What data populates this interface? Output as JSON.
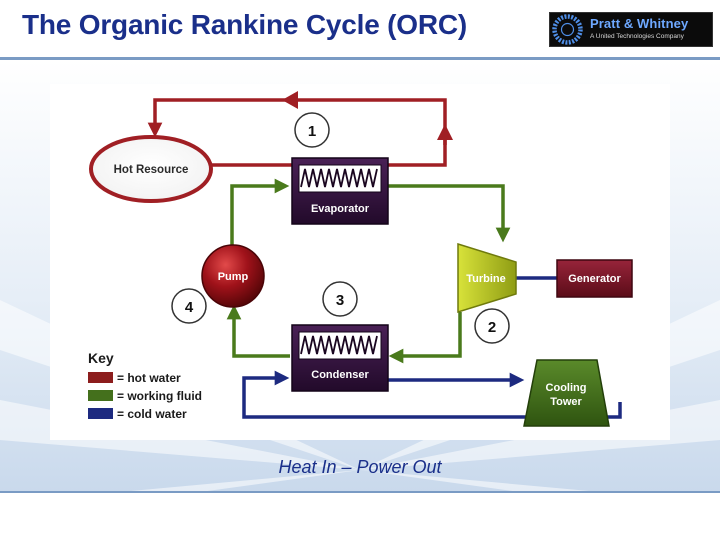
{
  "slide": {
    "title": "The Organic Rankine Cycle (ORC)",
    "caption": "Heat In – Power Out"
  },
  "logo": {
    "name": "Pratt & Whitney",
    "tagline": "A United Technologies Company",
    "icon": "turbine-ring-icon"
  },
  "diagram": {
    "nodes": {
      "hot_resource": "Hot Resource",
      "evaporator": "Evaporator",
      "turbine": "Turbine",
      "generator": "Generator",
      "pump": "Pump",
      "condenser": "Condenser",
      "cooling_tower_line1": "Cooling",
      "cooling_tower_line2": "Tower"
    },
    "step_markers": [
      "1",
      "2",
      "3",
      "4"
    ],
    "key": {
      "title": "Key",
      "items": [
        {
          "label": "= hot water",
          "color": "#8c1d1d"
        },
        {
          "label": "= working fluid",
          "color": "#44701c"
        },
        {
          "label": "= cold water",
          "color": "#1d2a80"
        }
      ]
    },
    "colors": {
      "hot_water": "#a01f24",
      "working_fluid": "#4a7a1c",
      "cold_water": "#1d2a80",
      "heat_exchanger": "#2e1238",
      "turbine": "#b9c820",
      "generator": "#7a1424",
      "pump": "#8a0e14",
      "cooling_tower": "#3f6c1c"
    }
  }
}
